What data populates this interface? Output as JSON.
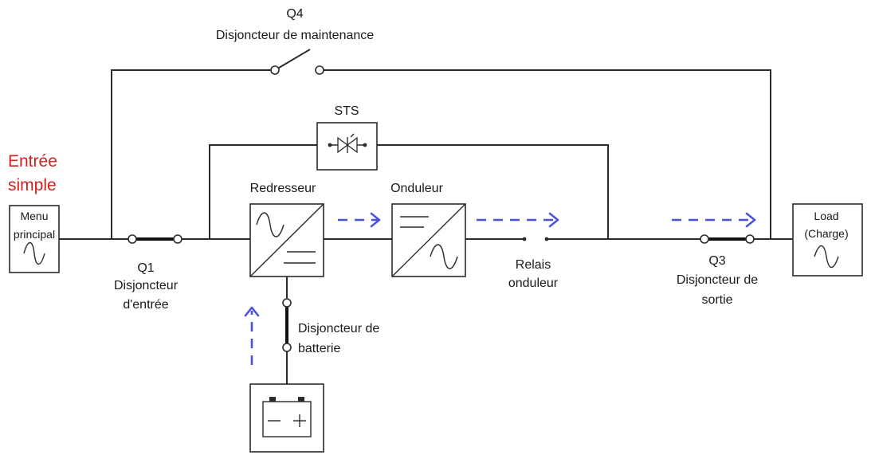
{
  "colors": {
    "accent": "#d11f1f",
    "flow": "#4b52e0",
    "line": "#2b2b2b"
  },
  "icons": [
    "sine-wave-icon",
    "rectifier-icon",
    "inverter-icon",
    "battery-icon",
    "thyristor-icon",
    "flow-arrow-icon"
  ],
  "labels": {
    "input_type_line1": "Entrée",
    "input_type_line2": "simple",
    "main_line1": "Menu",
    "main_line2": "principal",
    "q4_id": "Q4",
    "q4_name": "Disjoncteur de maintenance",
    "sts": "STS",
    "rectifier": "Redresseur",
    "inverter": "Onduleur",
    "q1_id": "Q1",
    "q1_line1": "Disjoncteur",
    "q1_line2": "d'entrée",
    "relay_line1": "Relais",
    "relay_line2": "onduleur",
    "q3_id": "Q3",
    "q3_line1": "Disjoncteur de",
    "q3_line2": "sortie",
    "battery_breaker_line1": "Disjoncteur de",
    "battery_breaker_line2": "batterie",
    "load_line1": "Load",
    "load_line2": "(Charge)"
  }
}
